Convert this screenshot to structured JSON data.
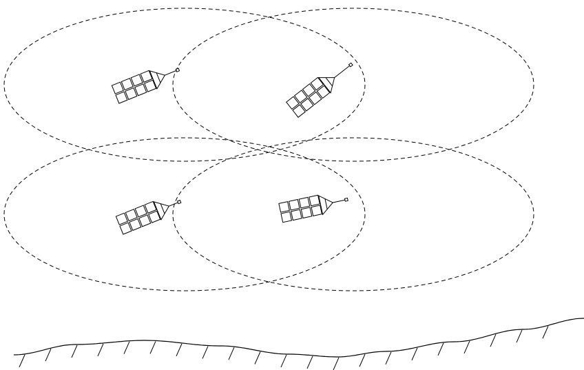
{
  "diagram": {
    "background": "#ffffff",
    "stroke_color": "#000000",
    "coverage_zones": [
      {
        "id": "zone-1"
      },
      {
        "id": "zone-2"
      },
      {
        "id": "zone-3"
      },
      {
        "id": "zone-4"
      }
    ],
    "vessels": [
      {
        "id": "vessel-1",
        "rows": 2,
        "cols": 4
      },
      {
        "id": "vessel-2",
        "rows": 2,
        "cols": 4
      },
      {
        "id": "vessel-3",
        "rows": 2,
        "cols": 4
      },
      {
        "id": "vessel-4",
        "rows": 2,
        "cols": 4
      }
    ],
    "terrain": {
      "type": "hatched-ground-line"
    }
  }
}
